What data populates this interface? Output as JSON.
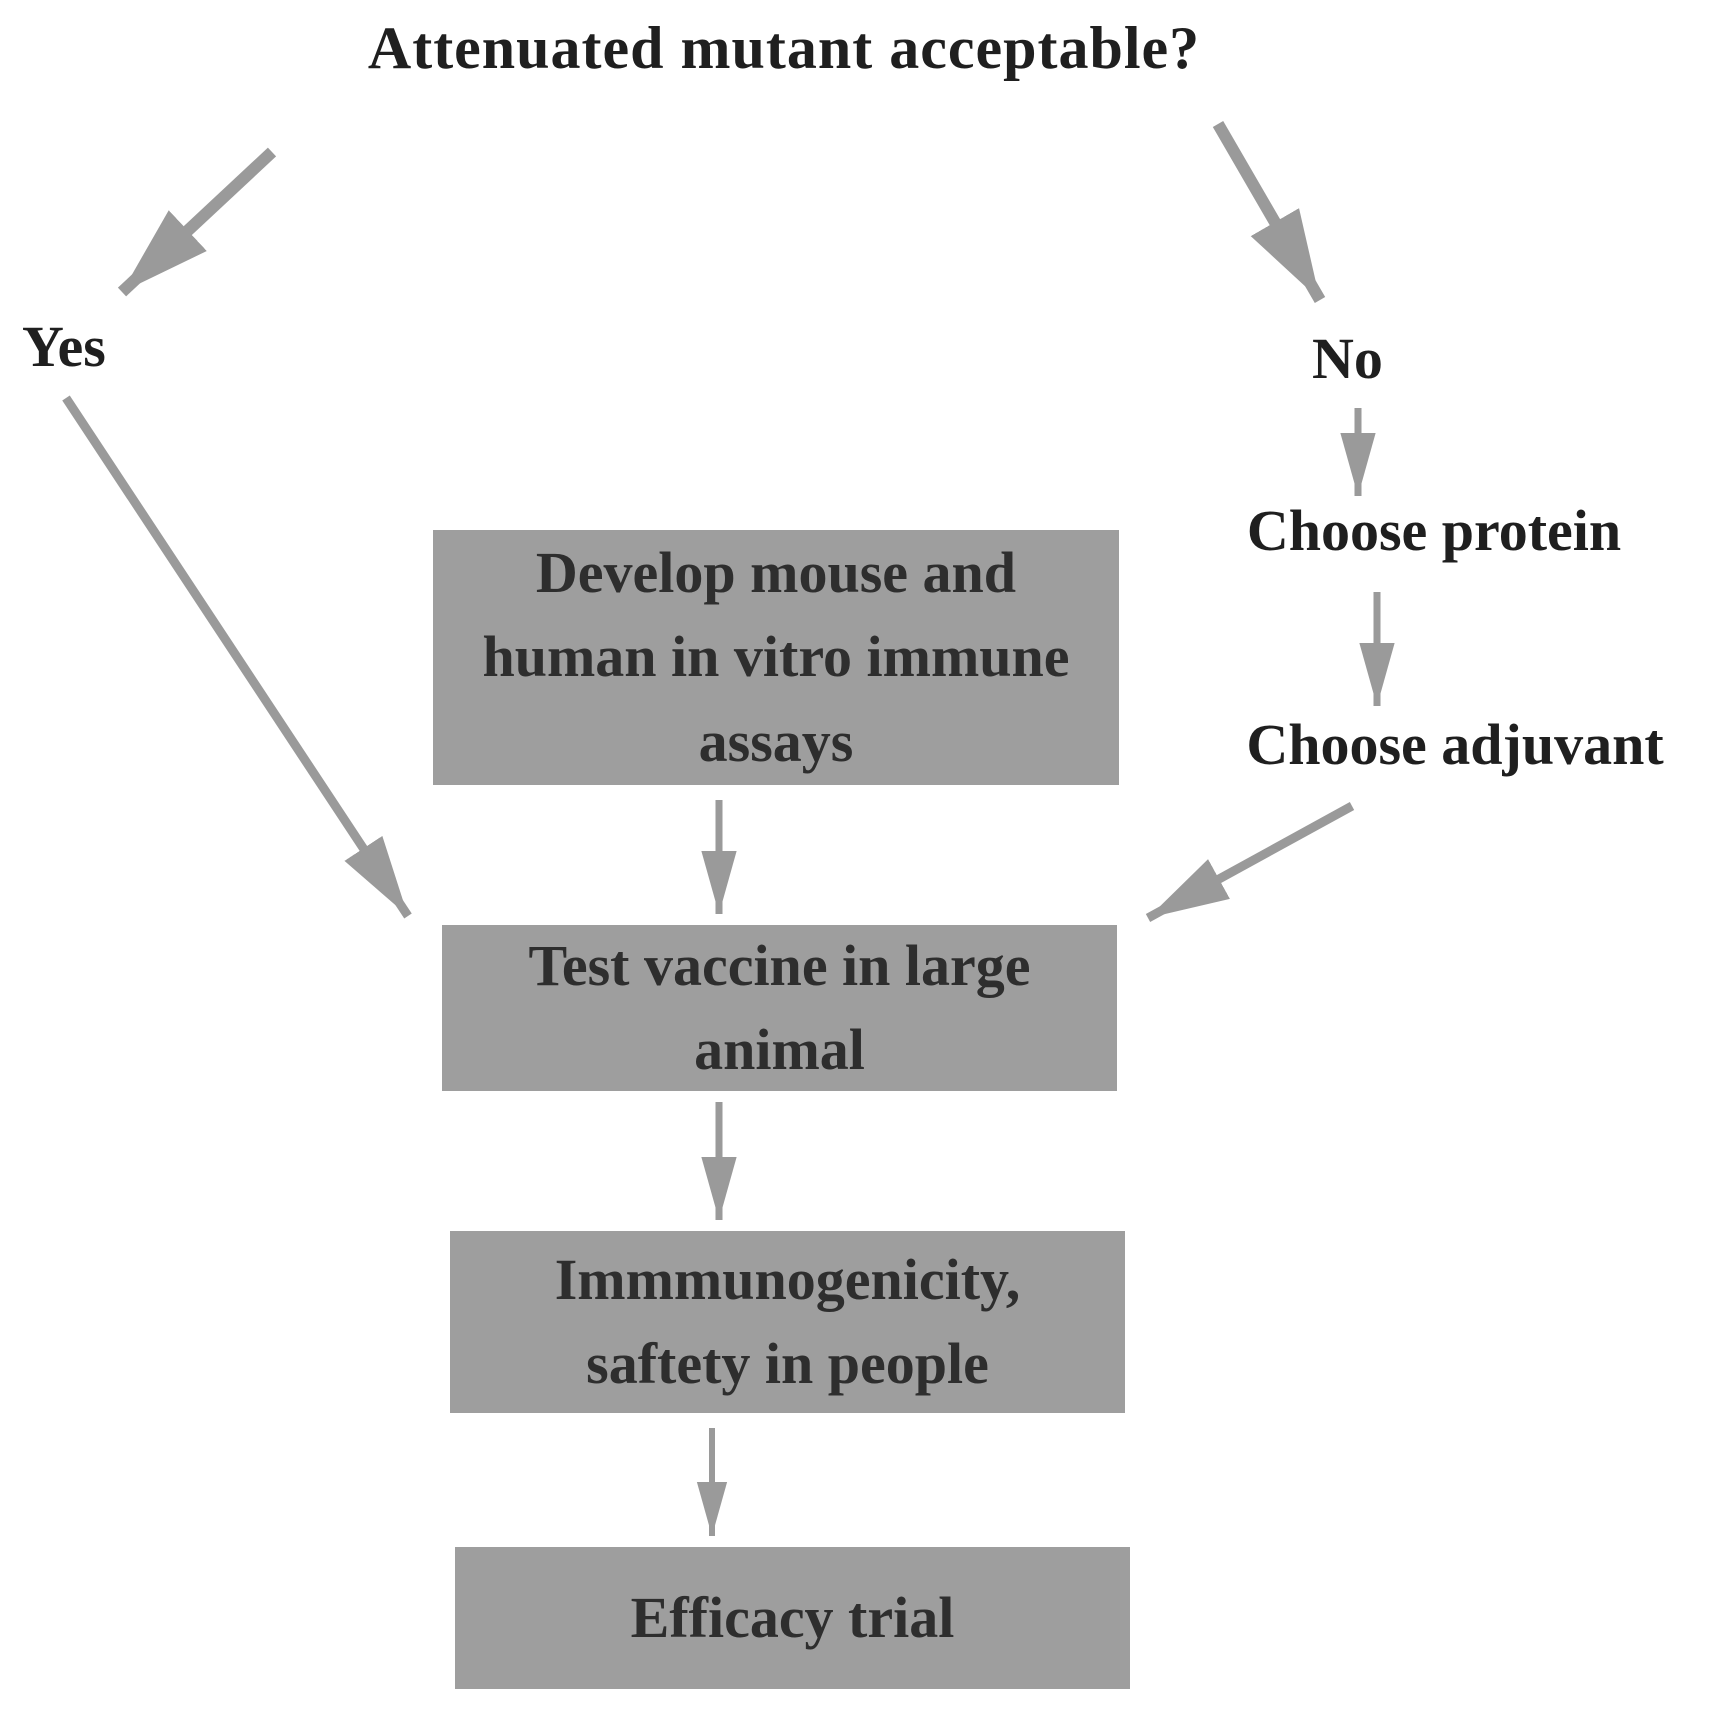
{
  "diagram": {
    "type": "flowchart",
    "background": "#ffffff"
  },
  "colors": {
    "box_fill": "#9e9e9e",
    "arrow": "#9a9a9a",
    "heading_text": "#1f1f1f",
    "box_text": "#2e2e2e"
  },
  "question": {
    "label": "Attenuated mutant acceptable?"
  },
  "branches": {
    "yes": {
      "label": "Yes"
    },
    "no": {
      "label": "No"
    }
  },
  "steps": {
    "choose_protein": {
      "label": "Choose protein"
    },
    "choose_adjuvant": {
      "label": "Choose adjuvant"
    },
    "develop_assays": {
      "lines": [
        "Develop mouse and",
        "human in vitro immune",
        "assays"
      ]
    },
    "test_vaccine": {
      "lines": [
        "Test vaccine in large",
        "animal"
      ]
    },
    "immunogenicity": {
      "lines": [
        "Immmunogenicity,",
        "saftety in people"
      ]
    },
    "efficacy_trial": {
      "lines": [
        "Efficacy trial"
      ]
    }
  },
  "edges": [
    {
      "name": "question-to-yes",
      "from": "question",
      "to": "yes"
    },
    {
      "name": "question-to-no",
      "from": "question",
      "to": "no"
    },
    {
      "name": "no-to-choose-protein",
      "from": "no",
      "to": "choose_protein"
    },
    {
      "name": "choose-protein-to-choose-adjuvant",
      "from": "choose_protein",
      "to": "choose_adjuvant"
    },
    {
      "name": "choose-adjuvant-to-test-vaccine",
      "from": "choose_adjuvant",
      "to": "test_vaccine"
    },
    {
      "name": "yes-to-test-vaccine",
      "from": "yes",
      "to": "test_vaccine"
    },
    {
      "name": "develop-assays-to-test-vaccine",
      "from": "develop_assays",
      "to": "test_vaccine"
    },
    {
      "name": "test-vaccine-to-immunogenicity",
      "from": "test_vaccine",
      "to": "immunogenicity"
    },
    {
      "name": "immunogenicity-to-efficacy-trial",
      "from": "immunogenicity",
      "to": "efficacy_trial"
    }
  ]
}
